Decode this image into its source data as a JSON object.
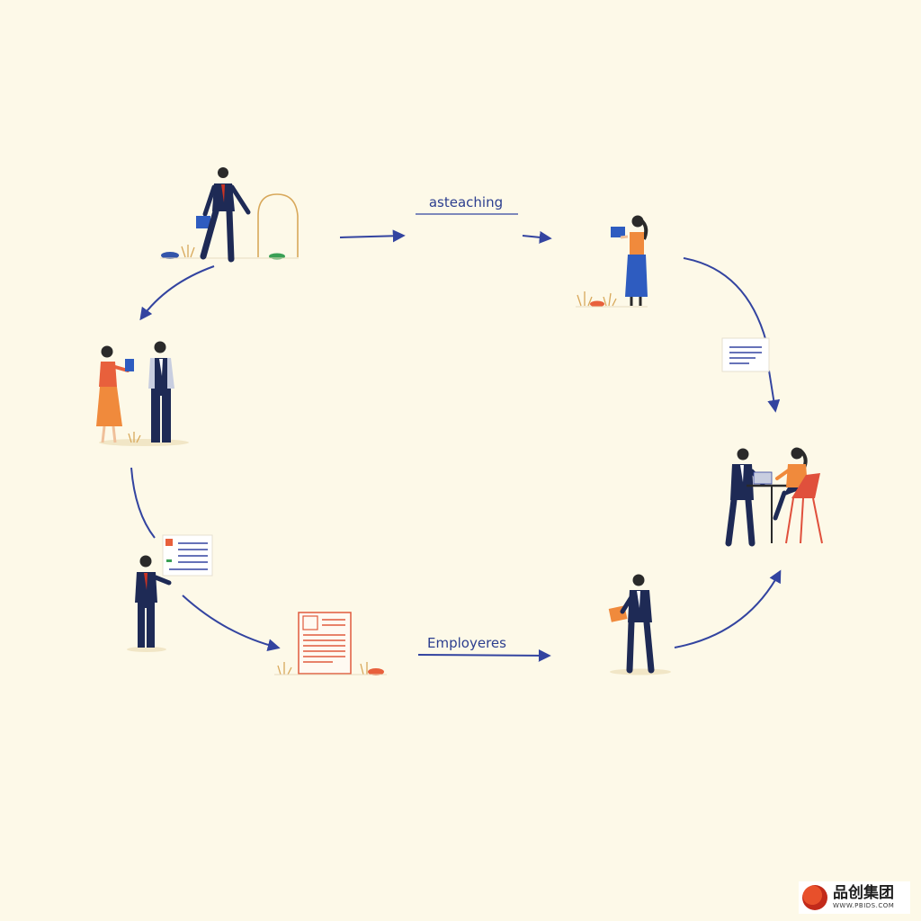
{
  "labels": {
    "top": "asteaching",
    "bottom": "Employeres"
  },
  "logo": {
    "name": "品创集团",
    "url": "WWW.PBIDS.COM"
  },
  "colors": {
    "background": "#fdf9e8",
    "arrow": "#3344a0",
    "navy": "#1e2a55",
    "orange": "#f08a3c",
    "coral": "#e8603c",
    "blue_skirt": "#2e5cc0",
    "red_chair": "#e0503c"
  }
}
